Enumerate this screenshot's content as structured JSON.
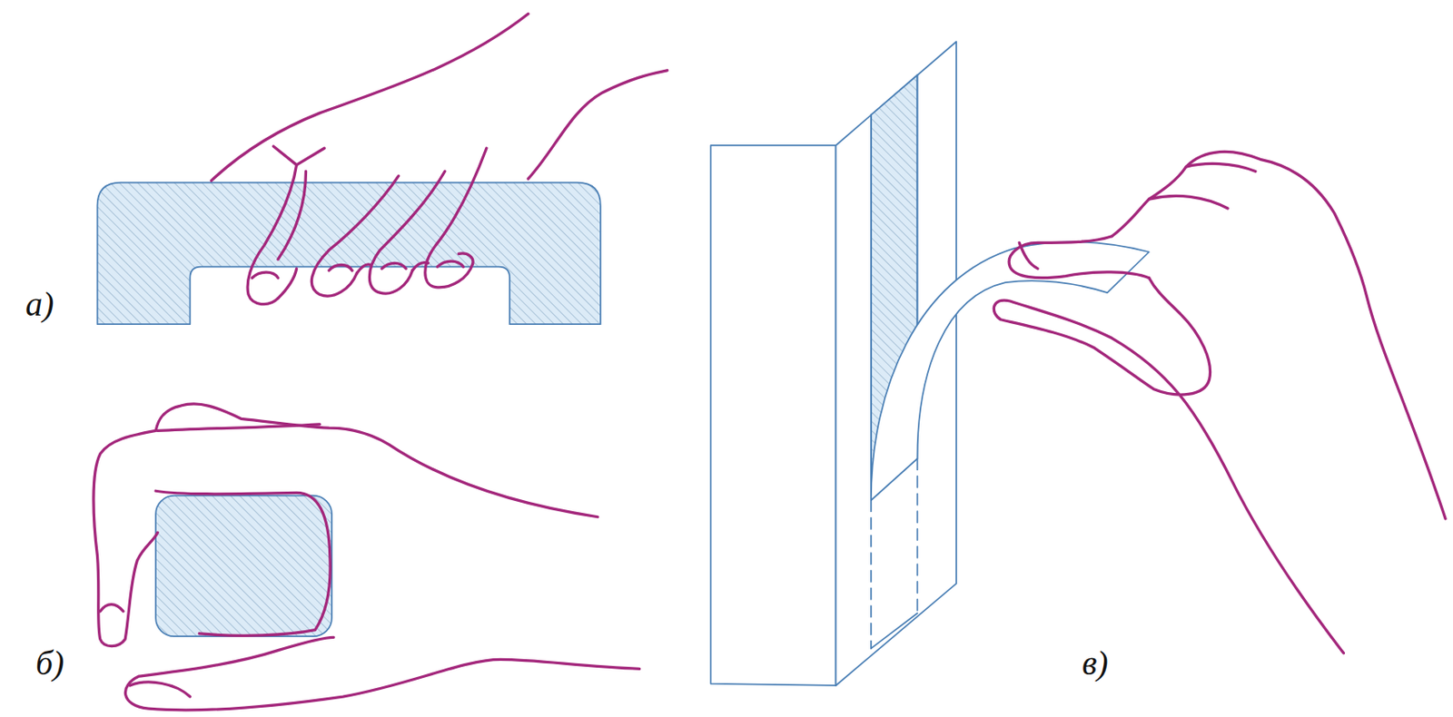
{
  "diagram": {
    "labels": [
      "а)",
      "б)",
      "в)"
    ]
  }
}
